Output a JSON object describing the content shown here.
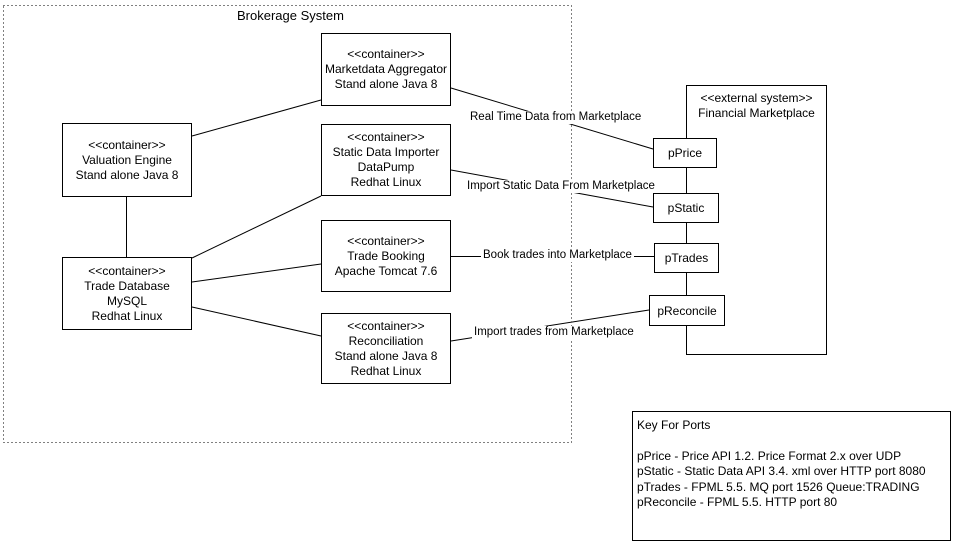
{
  "diagram": {
    "colors": {
      "stroke": "#000000",
      "background": "#ffffff",
      "text": "#000000"
    },
    "system_boundary": {
      "title": "Brokerage System"
    },
    "nodes": {
      "marketdata_aggregator": {
        "lines": [
          "<<container>>",
          "Marketdata Aggregator",
          "Stand alone Java 8"
        ]
      },
      "valuation_engine": {
        "lines": [
          "<<container>>",
          "Valuation Engine",
          "Stand alone Java 8"
        ]
      },
      "static_data_importer": {
        "lines": [
          "<<container>>",
          "Static Data Importer",
          "DataPump",
          "Redhat Linux"
        ]
      },
      "trade_booking": {
        "lines": [
          "<<container>>",
          "Trade Booking",
          "Apache Tomcat 7.6"
        ]
      },
      "trade_database": {
        "lines": [
          "<<container>>",
          "Trade Database",
          "MySQL",
          "Redhat Linux"
        ]
      },
      "reconciliation": {
        "lines": [
          "<<container>>",
          "Reconciliation",
          "Stand alone Java 8",
          "Redhat Linux"
        ]
      },
      "financial_marketplace": {
        "lines": [
          "<<external system>>",
          "Financial Marketplace"
        ]
      }
    },
    "ports": [
      {
        "label": "pPrice"
      },
      {
        "label": "pStatic"
      },
      {
        "label": "pTrades"
      },
      {
        "label": "pReconcile"
      }
    ],
    "edge_labels": {
      "real_time": "Real Time Data from Marketplace",
      "import_static": "Import Static Data From Marketplace",
      "book_trades": "Book trades into Marketplace",
      "import_trades": "Import trades from Marketplace"
    },
    "key": {
      "title": "Key For Ports",
      "entries": [
        "pPrice - Price API 1.2. Price Format 2.x over UDP",
        "pStatic - Static Data API 3.4. xml over HTTP port 8080",
        "pTrades - FPML 5.5. MQ port 1526 Queue:TRADING",
        "pReconcile - FPML 5.5. HTTP port 80"
      ]
    }
  }
}
